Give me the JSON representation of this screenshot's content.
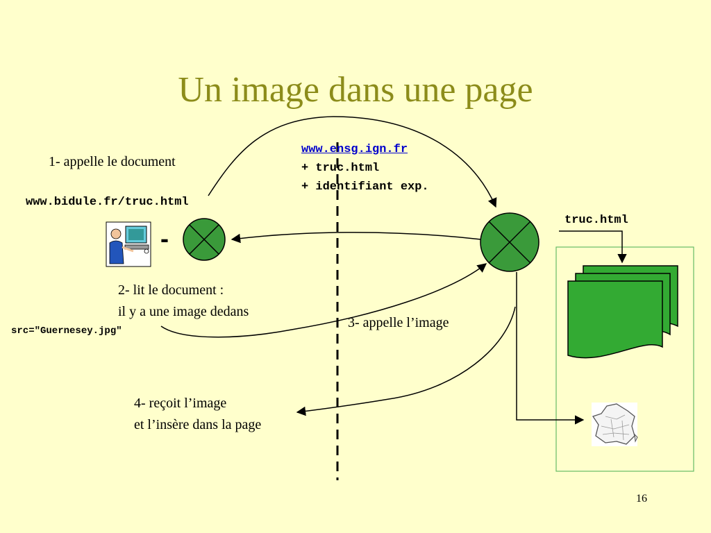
{
  "slide": {
    "title": "Un image dans une page",
    "page_number": "16"
  },
  "labels": {
    "step1": "1- appelle le document",
    "client_url": "www.bidule.fr/truc.html",
    "step2_line1": "2- lit le document :",
    "step2_line2": "il y a une image dedans",
    "src_attr": "src=\"Guernesey.jpg\"",
    "step3": "3- appelle l’image",
    "step4_line1": "4- reçoit l’image",
    "step4_line2": "et l’insère dans la page",
    "server_url": "www.ensg.ign.fr",
    "server_line2": "+ truc.html",
    "server_line3": "+ identifiant exp.",
    "file_name": "truc.html",
    "dash": "-"
  },
  "colors": {
    "title": "#8c8c1a",
    "background": "#ffffcc",
    "node_fill": "#3a9a3a",
    "document_fill": "#33aa33",
    "link": "#0000cc",
    "panel_border": "#66bb66"
  },
  "icons": {
    "client": "computer-user-icon",
    "image": "france-map-icon"
  }
}
